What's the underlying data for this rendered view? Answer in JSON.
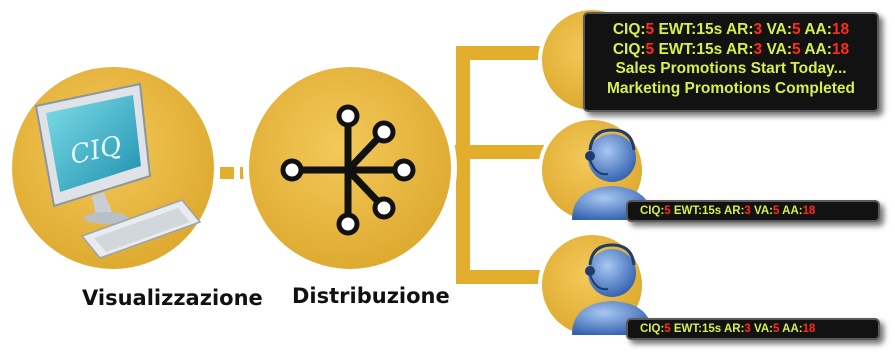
{
  "labels": {
    "visualizzazione": "Visualizzazione",
    "distribuzione": "Distribuzione"
  },
  "monitor": {
    "screen_text": "CIQ"
  },
  "big_board": {
    "status_rows": [
      {
        "ciq_key": "CIQ:",
        "ciq_val": "5",
        "ewt": "EWT:15s",
        "ar_key": "AR:",
        "ar_val": "3",
        "va_key": "VA:",
        "va_val": "5",
        "aa_key": "AA:",
        "aa_val": "18"
      },
      {
        "ciq_key": "CIQ:",
        "ciq_val": "5",
        "ewt": "EWT:15s",
        "ar_key": "AR:",
        "ar_val": "3",
        "va_key": "VA:",
        "va_val": "5",
        "aa_key": "AA:",
        "aa_val": "18"
      }
    ],
    "messages": [
      "Sales Promotions Start Today...",
      "Marketing Promotions Completed"
    ]
  },
  "agent_boards": [
    {
      "ciq_key": "CIQ:",
      "ciq_val": "5",
      "ewt": "EWT:15s",
      "ar_key": "AR:",
      "ar_val": "3",
      "va_key": "VA:",
      "va_val": "5",
      "aa_key": "AA:",
      "aa_val": "18"
    },
    {
      "ciq_key": "CIQ:",
      "ciq_val": "5",
      "ewt": "EWT:15s",
      "ar_key": "AR:",
      "ar_val": "3",
      "va_key": "VA:",
      "va_val": "5",
      "aa_key": "AA:",
      "aa_val": "18"
    }
  ],
  "colors": {
    "circle_fill": "#e8b73a",
    "circle_ring": "#ffffff",
    "connector": "#e3ad2e",
    "board_bg": "#121212",
    "text_green": "#d7ef4a",
    "text_red": "#ff2a1a",
    "monitor_screen": "#2fb3c8",
    "avatar_blue": "#4f7fc8"
  },
  "icons": {
    "monitor": "desktop-computer-icon",
    "hub": "distribution-hub-icon",
    "agent": "agent-headset-icon"
  }
}
